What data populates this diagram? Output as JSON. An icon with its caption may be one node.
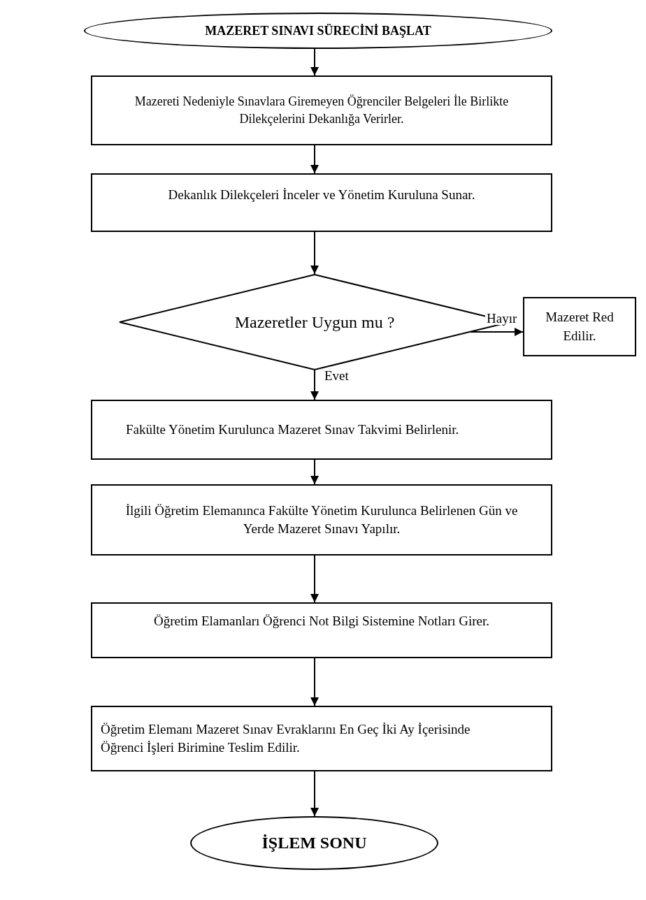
{
  "diagram": {
    "nodes": [
      {
        "text": [
          "MAZERET SINAVI SÜRECİNİ BAŞLAT"
        ]
      },
      {
        "text": [
          "Mazereti Nedeniyle Sınavlara Giremeyen Öğrenciler Belgeleri İle Birlikte Dilekçelerini Dekanlığa Verirler."
        ]
      },
      {
        "text": [
          "Dekanlık Dilekçeleri İnceler ve Yönetim Kuruluna Sunar."
        ]
      },
      {
        "text": [
          "Mazeretler Uygun mu ?"
        ]
      },
      {
        "text": [
          "Mazeret Red Edilir."
        ]
      },
      {
        "text": [
          "Fakülte Yönetim Kurulunca Mazeret Sınav Takvimi Belirlenir."
        ]
      },
      {
        "text": [
          "İlgili Öğretim Elemanınca Fakülte Yönetim Kurulunca Belirlenen Gün ve Yerde Mazeret Sınavı Yapılır."
        ]
      },
      {
        "text": [
          "Öğretim Elamanları Öğrenci Not Bilgi Sistemine Notları Girer."
        ]
      },
      {
        "text": [
          "Öğretim Elemanı Mazeret Sınav Evraklarını En Geç İki Ay İçerisinde Öğrenci İşleri Birimine Teslim Edilir."
        ]
      },
      {
        "text": [
          "İŞLEM SONU"
        ]
      }
    ],
    "edges": [
      {
        "from": 0,
        "to": 1,
        "arrow": "to"
      },
      {
        "from": 1,
        "to": 2,
        "arrow": "to"
      },
      {
        "from": 2,
        "to": 3,
        "arrow": "to"
      },
      {
        "from": 3,
        "to": 4,
        "arrow": "to",
        "label": "Hayır"
      },
      {
        "from": 3,
        "to": 5,
        "arrow": "to",
        "label": "Evet"
      },
      {
        "from": 5,
        "to": 6,
        "arrow": "to"
      },
      {
        "from": 6,
        "to": 7,
        "arrow": "to"
      },
      {
        "from": 7,
        "to": 8,
        "arrow": "to"
      },
      {
        "from": 8,
        "to": 9,
        "arrow": "to"
      }
    ]
  }
}
